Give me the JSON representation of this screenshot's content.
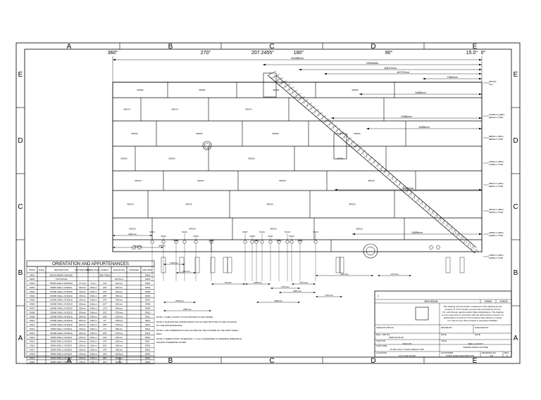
{
  "zones": {
    "columns": [
      "A",
      "B",
      "C",
      "D",
      "E"
    ],
    "rows": [
      "E",
      "D",
      "C",
      "B",
      "A"
    ]
  },
  "angles": [
    "360°",
    "270°",
    "207.2455°",
    "180°",
    "90°",
    "15.0°",
    "0°"
  ],
  "overall_dims": [
    {
      "label": "31658mm"
    },
    {
      "label": "23396mm"
    },
    {
      "label": "18107mm"
    },
    {
      "label": "16727mm"
    },
    {
      "label": "7982mm"
    },
    {
      "label": "3485mm"
    },
    {
      "label": "3485mm"
    },
    {
      "label": "2485mm"
    },
    {
      "label": "2485mm"
    },
    {
      "label": "3485mm"
    }
  ],
  "elevations": [
    {
      "label": "[ROOF]",
      "sub": "13m"
    },
    {
      "label": "10424mm (ABC)",
      "sub": "[9424mm TOP]"
    },
    {
      "label": "8890mm (ABC)",
      "sub": "[8890mm TOP]"
    },
    {
      "label": "7468mm (ABC)",
      "sub": "[7468mm TOP]"
    },
    {
      "label": "5951mm (ABC)",
      "sub": "[5951mm TOP]"
    },
    {
      "label": "4454mm (ABC)",
      "sub": "[4454mm TOP]"
    },
    {
      "label": "2485mm (ABC)",
      "sub": "[2485mm TOP]"
    },
    {
      "label": "1485mm (ABC)",
      "sub": "[1485mm TOP]"
    }
  ],
  "plates": [
    {
      "label": "SR08A"
    },
    {
      "label": "SR08A"
    },
    {
      "label": "SR08A"
    },
    {
      "label": "SR08A"
    },
    {
      "label": "SR07A"
    },
    {
      "label": "SR07A"
    },
    {
      "label": "SR07A"
    },
    {
      "label": "SR06A"
    },
    {
      "label": "SR06A"
    },
    {
      "label": "SR06A"
    },
    {
      "label": "SR06A"
    },
    {
      "label": "SR05A"
    },
    {
      "label": "SR05A"
    },
    {
      "label": "SR05A"
    },
    {
      "label": "SR05A"
    },
    {
      "label": "SR04A"
    },
    {
      "label": "SR04A"
    },
    {
      "label": "SR04A"
    },
    {
      "label": "SR04A"
    },
    {
      "label": "SR03A"
    },
    {
      "label": "SR03A"
    },
    {
      "label": "SR03A"
    },
    {
      "label": "SR03A"
    },
    {
      "label": "SR02A"
    },
    {
      "label": "SR02A"
    },
    {
      "label": "SR02A"
    },
    {
      "label": "SR02A"
    },
    {
      "label": "SR01A"
    }
  ],
  "nozzle_tags": [
    "SN01",
    "SN02",
    "SN03",
    "SN04",
    "SN05",
    "SN06",
    "SN07",
    "SN08",
    "SN09",
    "SN10",
    "SN11",
    "SN12",
    "SN13",
    "SN14",
    "SN15",
    "SN16"
  ],
  "bottom_dims": [
    "2081mm",
    "2410mm",
    "1440mm",
    "1747mm",
    "2160mm",
    "2821mm",
    "974mm",
    "2405mm",
    "1747mm",
    "2821mm",
    "1371mm",
    "1860mm",
    "1747mm",
    "1747mm",
    "2821mm"
  ],
  "table": {
    "title": "ORIENTATION AND APPURTENANCES",
    "headers": [
      "MARK",
      "DATE",
      "DESCRIPTION",
      "OUTSIDE PROJ.",
      "INSIDE PROJ.",
      "ORIENT.",
      "ELEVATION",
      "FINISHED",
      "REF DWG"
    ],
    "rows": [
      [
        "SR01",
        "",
        "WINDGIRDER (SHADE)",
        "---",
        "---",
        "SEE TABLE",
        "---",
        "",
        "SR01"
      ],
      [
        "SR02",
        "",
        "TOP ANGLE",
        "",
        "",
        "",
        "10476mm",
        "",
        "SR02"
      ],
      [
        "SN01",
        "",
        "750NB SHELL MANWAY",
        "177mm",
        "8mm",
        "110°",
        "610mm",
        "",
        "SR03"
      ],
      [
        "SN02",
        "",
        "80NB SHELL NOZZLE",
        "150mm",
        "150mm",
        "246°",
        "500mm",
        "",
        "SR04"
      ],
      [
        "SN03",
        "",
        "100NB SHELL NOZZLE",
        "150mm",
        "150mm",
        "215°",
        "500mm",
        "",
        "SR05"
      ],
      [
        "SN04",
        "",
        "100NB SHELL NOZZLE",
        "150mm",
        "150mm",
        "180°",
        "500mm",
        "",
        "SR06"
      ],
      [
        "SN05",
        "",
        "100NB SHELL NOZZLE",
        "150mm",
        "150mm",
        "276°",
        "500mm",
        "",
        "SR07"
      ],
      [
        "SN06",
        "",
        "150NB SHELL NOZZLE",
        "200mm",
        "150mm",
        "207°",
        "500mm",
        "",
        "SR08"
      ],
      [
        "SN07",
        "",
        "150NB SHELL NOZZLE",
        "200mm",
        "150mm",
        "170°",
        "500mm",
        "",
        "SR09"
      ],
      [
        "SN08",
        "",
        "150NB SHELL NOZZLE",
        "200mm",
        "145mm",
        "222°",
        "1750mm",
        "",
        "SR10"
      ],
      [
        "SN09",
        "",
        "150NB SHELL NOZZLE",
        "200mm",
        "145mm",
        "150°",
        "1750mm",
        "",
        "SR11"
      ],
      [
        "SN10",
        "",
        "150NB SHELL NOZZLE",
        "200mm",
        "145mm",
        "97°",
        "1750mm",
        "",
        "SR12"
      ],
      [
        "SN11",
        "",
        "150NB SHELL NOZZLE",
        "200mm",
        "145mm",
        "180°",
        "1750mm",
        "",
        "SR13"
      ],
      [
        "SN12",
        "",
        "50NB SHELL NOZZLE",
        "150mm",
        "150mm",
        "17°",
        "550mm",
        "",
        "SR14"
      ],
      [
        "SN13",
        "",
        "150NB SHELL NOZZLE",
        "200mm",
        "145mm",
        "205°",
        "1750mm",
        "",
        "SR15"
      ],
      [
        "SN14",
        "",
        "50NB SHELL NOZZLE",
        "150mm",
        "150mm",
        "210°",
        "250mm",
        "",
        "SR16"
      ],
      [
        "SN15",
        "",
        "50NB SHELL NOZZLE",
        "150mm",
        "150mm",
        "270°",
        "1500mm",
        "",
        "SR17"
      ],
      [
        "SN16",
        "",
        "80NB SHELL NOZZLE",
        "150mm",
        "150mm",
        "262°",
        "500mm",
        "",
        "SR18"
      ],
      [
        "SN17",
        "",
        "50NB SHELL NOZZLE",
        "150mm",
        "150mm",
        "275°",
        "250mm",
        "",
        "SR19"
      ],
      [
        "SN18",
        "",
        "80NB SHELL NOZZLE",
        "150mm",
        "145mm",
        "226°",
        "1100mm",
        "",
        "SR20"
      ],
      [
        "SN19",
        "",
        "80NB SHELL NOZZLE",
        "150mm",
        "145mm",
        "285°",
        "500mm",
        "",
        "SR21"
      ],
      [
        "SN20",
        "",
        "80NB SHELL NOZZLE",
        "150mm",
        "145mm",
        "204°",
        "500mm",
        "",
        "SR22"
      ]
    ]
  },
  "notes": [
    "NOTE 1: SHELL PLATE 6 TO 8A STACKED FLUSH INSIDE.",
    "NOTE 2: ELEVATIONS SHOWN FROM TOP OF TANK BOTTOM AT THE LOCATION",
    "OF THE APPURTENANCE.",
    "NOTE 3: ARC DIMENSIONS CALCULATED ON THE OUTSIDE OF THE FIRST SHELL",
    "RING.",
    "NOTE 4: FABRICATION TOLERANCE = ± 4mm CONFIRMED TO DRAWING DIMENSION",
    "UNLESS OTHERWISE NOTED."
  ],
  "title_block": {
    "revision_header": "REVISION",
    "dwn": "DWN",
    "chkd": "CHKD",
    "disclaimer": [
      "This drawing and information contained on this drawing are the",
      "property of XYZ company and are fully protected by current",
      "U.S. and Foreign patents and/or Patent Applications. The drawing",
      "is to be used only in connection with the performance of work or in",
      "authorization of work by XYZ company. Reproduction in whole",
      "or in part for any other purpose is expressly forbidden."
    ],
    "vendor_job_no": "VENDOR JOB NO.",
    "drawn_by": "DRAWN BY",
    "checked_by": "CHECKED BY",
    "eng_job_no_label": "ENG. JOB NO.",
    "eng_job_no": "2008-0-8-15-48",
    "date_label": "DATE",
    "date_label2": "DATE",
    "tank_no_label": "TANK NO.",
    "tank_no": "TANK NO.",
    "title_label": "TITLE",
    "title_line1": "SHELL LAYOUT",
    "title_line2": "VIEWED FROM OUTSIDE",
    "tank_size_label": "TANK SIZE",
    "tank_size": "10.05m DIA X 13.00m HEIGHT OFF",
    "location_label": "LOCATION",
    "location": "CITY AND STATE",
    "customer_label": "CUSTOMER",
    "customer": "PURCHASER DESCRIPTION",
    "drawing_no_label": "DRAWING NO.",
    "drawing_no": "S11",
    "rev_label": "REV",
    "rev": "0",
    "rev_row": "0"
  },
  "colors": {
    "line": "#000000",
    "background": "#ffffff"
  }
}
